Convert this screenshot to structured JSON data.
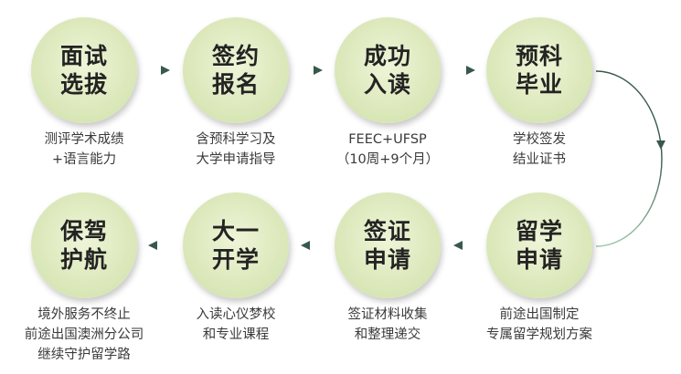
{
  "steps": [
    {
      "line1": "面试",
      "line2": "选拔",
      "desc": [
        "测评学术成绩",
        "+语言能力"
      ]
    },
    {
      "line1": "签约",
      "line2": "报名",
      "desc": [
        "含预科学习及",
        "大学申请指导"
      ]
    },
    {
      "line1": "成功",
      "line2": "入读",
      "desc": [
        "FEEC+UFSP",
        "（10周+9个月）"
      ]
    },
    {
      "line1": "预科",
      "line2": "毕业",
      "desc": [
        "学校签发",
        "结业证书"
      ]
    },
    {
      "line1": "留学",
      "line2": "申请",
      "desc": [
        "前途出国制定",
        "专属留学规划方案"
      ]
    },
    {
      "line1": "签证",
      "line2": "申请",
      "desc": [
        "签证材料收集",
        "和整理递交"
      ]
    },
    {
      "line1": "大一",
      "line2": "开学",
      "desc": [
        "入读心仪梦校",
        "和专业课程"
      ]
    },
    {
      "line1": "保驾",
      "line2": "护航",
      "desc": [
        "境外服务不终止",
        "前途出国澳洲分公司",
        "继续守护留学路"
      ]
    }
  ],
  "colors": {
    "arrow_dark": "#37594a",
    "arrow_light": "#9fc7ad",
    "circle": "#dde9bd"
  }
}
